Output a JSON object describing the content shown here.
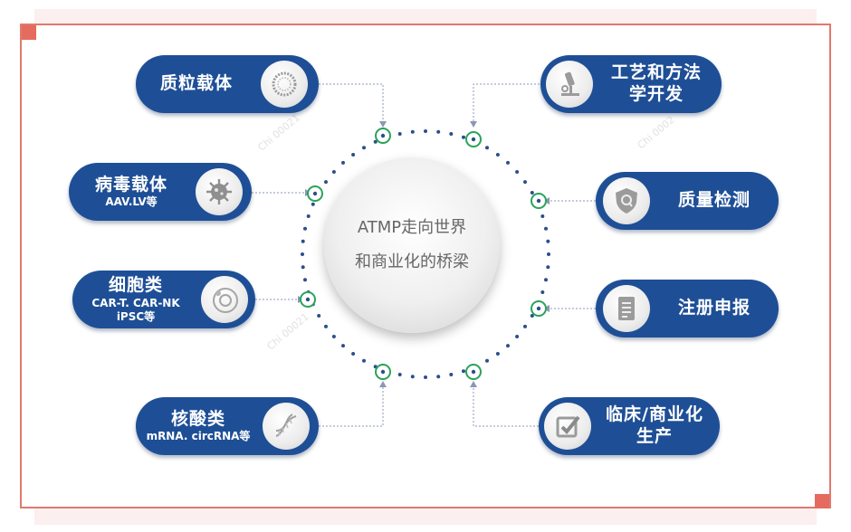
{
  "center": {
    "line1": "ATMP走向世界",
    "line2": "和商业化的桥梁"
  },
  "left": [
    {
      "title": "质粒载体",
      "sub": "",
      "icon": "plasmid-icon"
    },
    {
      "title": "病毒载体",
      "sub": "AAV.LV等",
      "icon": "virus-icon"
    },
    {
      "title": "细胞类",
      "sub": "CAR-T. CAR-NK",
      "sub2": "iPSC等",
      "icon": "cell-icon"
    },
    {
      "title": "核酸类",
      "sub": "mRNA. circRNA等",
      "icon": "dna-icon"
    }
  ],
  "right": [
    {
      "title": "工艺和方法",
      "title2": "学开发",
      "icon": "microscope-icon"
    },
    {
      "title": "质量检测",
      "icon": "quality-shield-icon"
    },
    {
      "title": "注册申报",
      "icon": "document-icon"
    },
    {
      "title": "临床/商业化",
      "title2": "生产",
      "icon": "checkbox-icon"
    }
  ],
  "colors": {
    "pill": "#1e4f96",
    "frame": "#e0796e",
    "node": "#2aa35a",
    "dots": "#2c4f8a"
  }
}
